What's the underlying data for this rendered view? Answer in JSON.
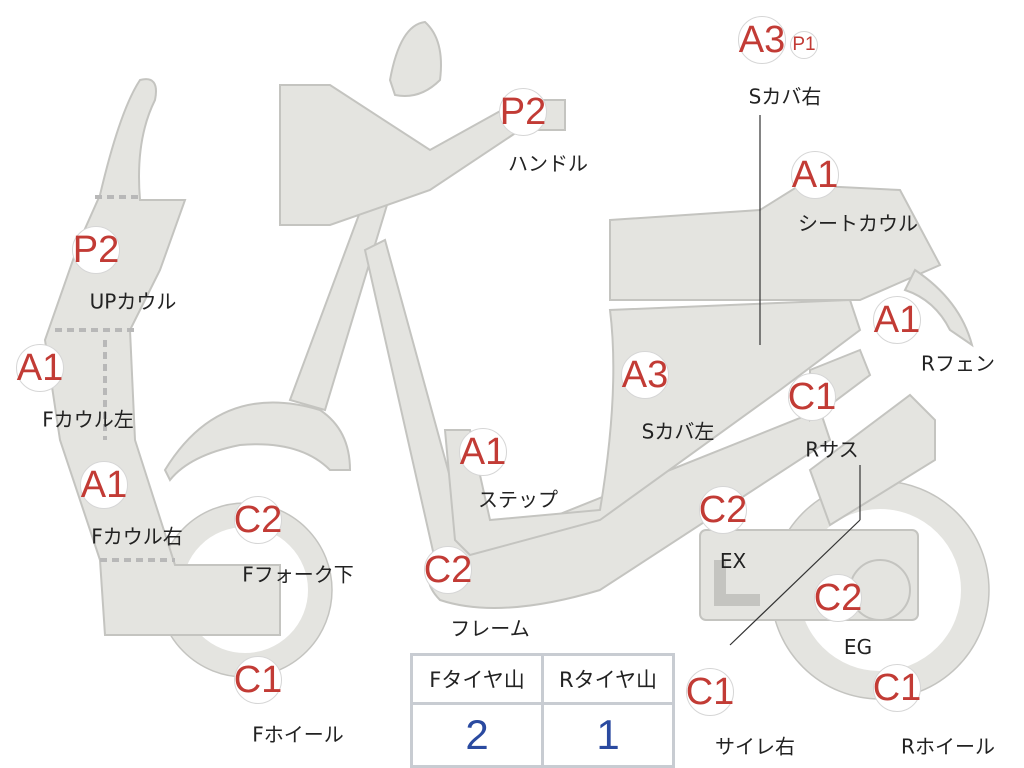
{
  "markers": [
    {
      "code": "A3",
      "label": "Sカバ右",
      "extra": "P1"
    },
    {
      "code": "P2",
      "label": "ハンドル"
    },
    {
      "code": "A1",
      "label": "シートカウル"
    },
    {
      "code": "P2",
      "label": "UPカウル"
    },
    {
      "code": "A1",
      "label": "Rフェン"
    },
    {
      "code": "A1",
      "label": "Fカウル左"
    },
    {
      "code": "A3",
      "label": "Sカバ左"
    },
    {
      "code": "C1",
      "label": "Rサス"
    },
    {
      "code": "A1",
      "label": "ステップ"
    },
    {
      "code": "A1",
      "label": "Fカウル右"
    },
    {
      "code": "C2",
      "label": "Fフォーク下"
    },
    {
      "code": "C2",
      "label": "EX"
    },
    {
      "code": "C2",
      "label": "フレーム"
    },
    {
      "code": "C2",
      "label": "EG"
    },
    {
      "code": "C1",
      "label": "Fホイール"
    },
    {
      "code": "C1",
      "label": "サイレ右"
    },
    {
      "code": "C1",
      "label": "Rホイール"
    }
  ],
  "tire_table": {
    "headers": [
      "Fタイヤ山",
      "Rタイヤ山"
    ],
    "values": [
      "2",
      "1"
    ]
  },
  "colors": {
    "marker_text": "#c23b35",
    "part_fill": "#e4e4e0",
    "value_text": "#2a4aa0"
  }
}
